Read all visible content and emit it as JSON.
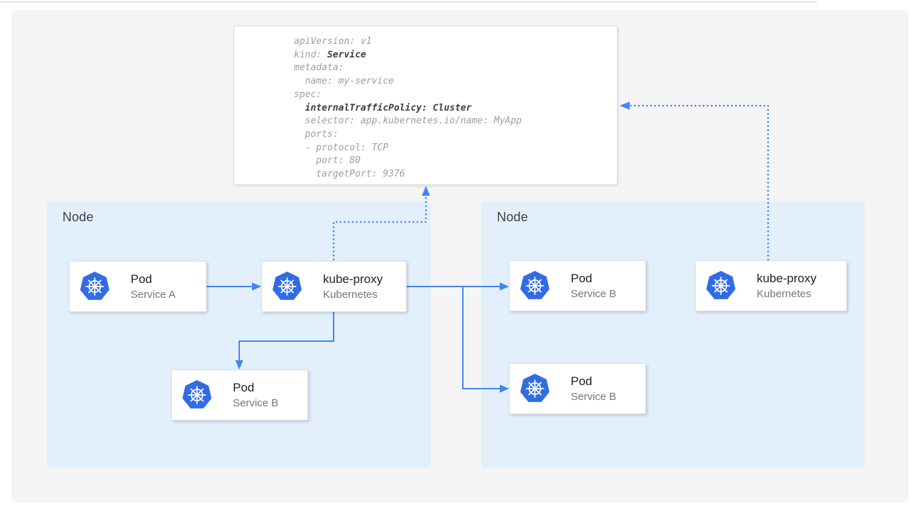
{
  "colors": {
    "kubernetes_blue": "#326ce5",
    "arrow_blue": "#4285f4",
    "node_background": "#e3f0fc",
    "panel_background": "#f5f5f5",
    "card_border": "#dadce0",
    "code_grey": "#9e9ea2",
    "code_bold_dark": "#3c4043",
    "title_dark": "#212124",
    "subtitle_grey": "#757575"
  },
  "yaml_card": {
    "lines": [
      {
        "pre": "apiVersion: v1"
      },
      {
        "pre": "kind: ",
        "bold": "Service"
      },
      {
        "pre": "metadata:"
      },
      {
        "pre": "  name: my-service"
      },
      {
        "pre": "spec:"
      },
      {
        "pre": "  ",
        "bold": "internalTrafficPolicy: Cluster"
      },
      {
        "pre": "  selector: app.kubernetes.io/name: MyApp"
      },
      {
        "pre": "  ports:"
      },
      {
        "pre": "  - protocol: TCP"
      },
      {
        "pre": "    port: 80"
      },
      {
        "pre": "    targetPort: 9376"
      }
    ]
  },
  "left_node": {
    "label": "Node",
    "pod_a": {
      "title": "Pod",
      "subtitle": "Service A"
    },
    "kube_proxy": {
      "title": "kube-proxy",
      "subtitle": "Kubernetes"
    },
    "pod_b": {
      "title": "Pod",
      "subtitle": "Service B"
    }
  },
  "right_node": {
    "label": "Node",
    "pod_b_top": {
      "title": "Pod",
      "subtitle": "Service B"
    },
    "pod_b_bottom": {
      "title": "Pod",
      "subtitle": "Service B"
    },
    "kube_proxy": {
      "title": "kube-proxy",
      "subtitle": "Kubernetes"
    }
  }
}
